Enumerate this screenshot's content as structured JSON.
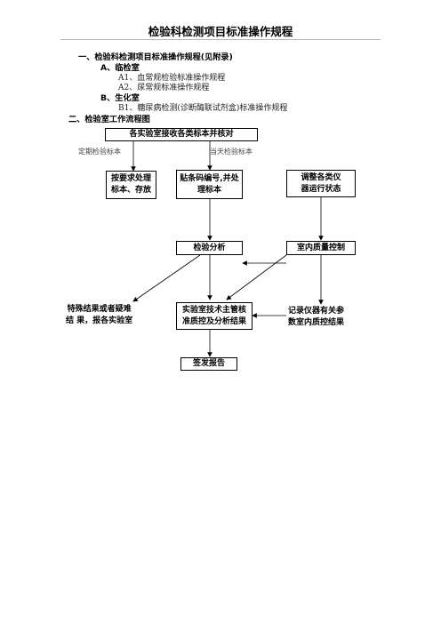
{
  "doc": {
    "title": "检验科检测项目标准操作规程"
  },
  "section1": {
    "heading": "一、检验科检测项目标准操作规程(见附录)",
    "groups": [
      {
        "label": "A、临检室",
        "items": [
          "A1、血常规检验标准操作规程",
          "A2、尿常规标准操作规程"
        ]
      },
      {
        "label": "B、生化室",
        "items": [
          "B1、糖尿病检测(诊断酶联试剂盒)标准操作规程"
        ]
      }
    ]
  },
  "section2": {
    "heading": "二、检验室工作流程图"
  },
  "flow": {
    "top": "各实验室接收各类标本并核对",
    "note_left": "定期检验标本",
    "note_right": "当天检验标本",
    "store_line1": "按要求处理",
    "store_line2": "标本、存放",
    "label_line1": "贴条码编号,并处",
    "label_line2": "理标本",
    "adjust_line1": "调整各类仪",
    "adjust_line2": "器运行状态",
    "analysis": "检验分析",
    "qc": "室内质量控制",
    "special_line1": "特殊结果或者疑难",
    "special_line2": "结  果，报各实验室",
    "review_line1": "实验室技术主管核",
    "review_line2": "准质控及分析结果",
    "record_line1": "记录仪器有关参",
    "record_line2": "数室内质控结果",
    "report": "签发报告"
  }
}
